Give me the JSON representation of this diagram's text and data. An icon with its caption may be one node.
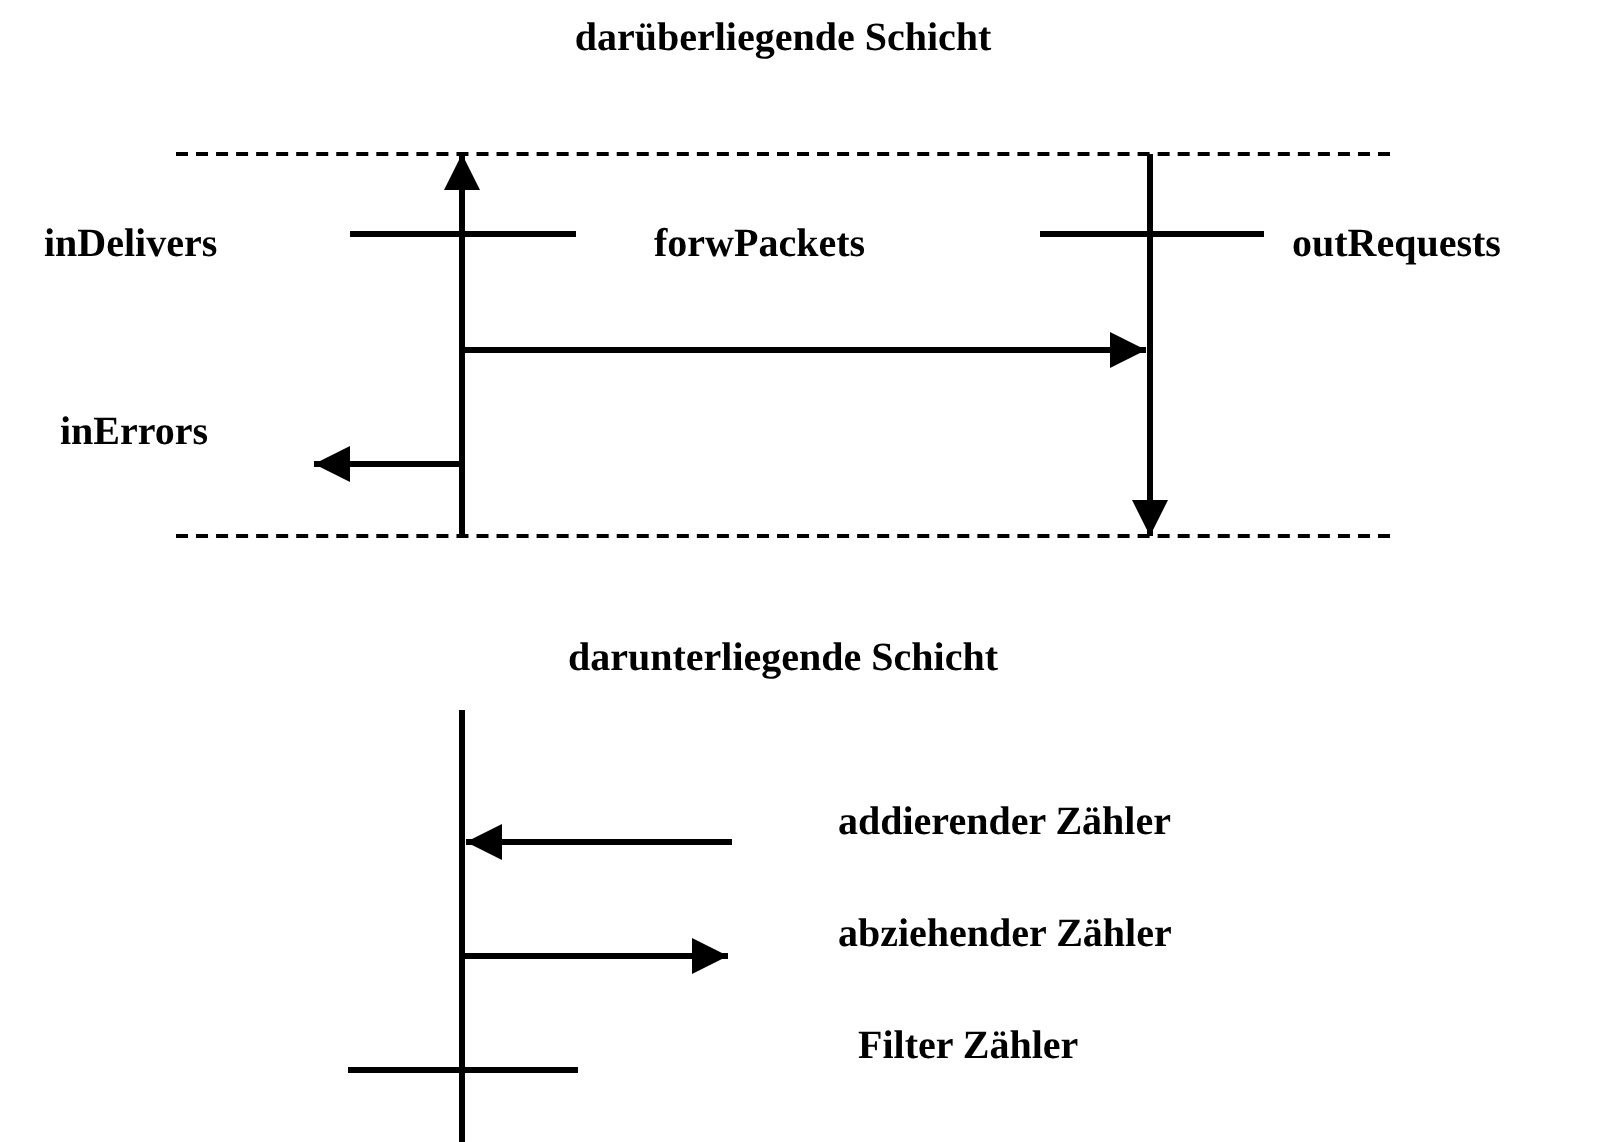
{
  "diagram": {
    "nodes": [
      {
        "text": [
          "darüberliegende Schicht"
        ]
      },
      {
        "text": [
          "darunterliegende Schicht"
        ]
      }
    ],
    "edges": [
      {
        "from": 1,
        "to": 0,
        "arrow": "to"
      },
      {
        "from": 0,
        "to": 1,
        "arrow": "to"
      }
    ],
    "labels": [
      "inDelivers",
      "forwPackets",
      "outRequests",
      "inErrors"
    ],
    "legend": [
      {
        "text": "addierender Zähler"
      },
      {
        "text": "abziehender Zähler"
      },
      {
        "text": "Filter Zähler"
      }
    ]
  }
}
